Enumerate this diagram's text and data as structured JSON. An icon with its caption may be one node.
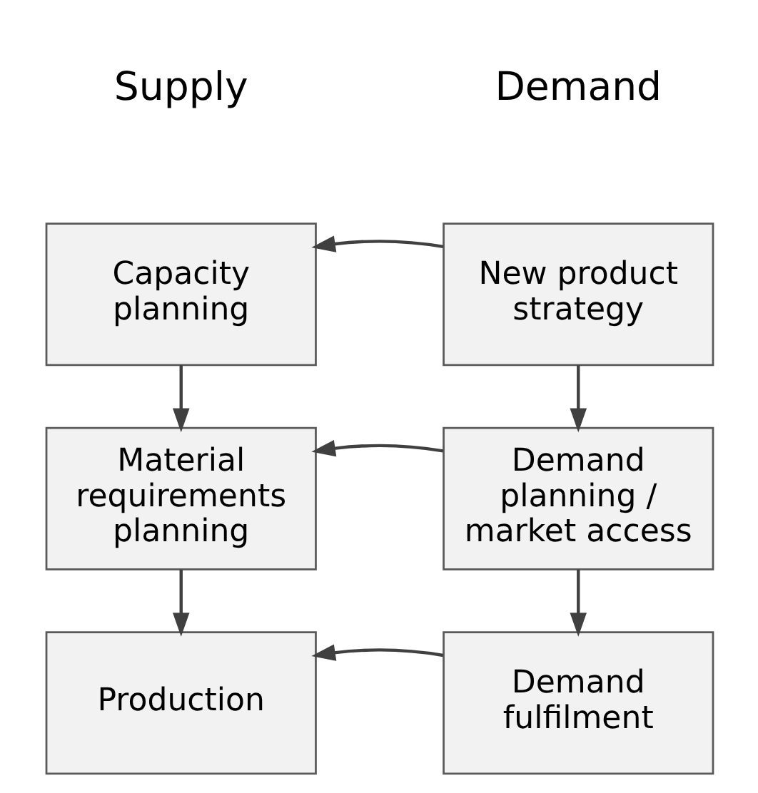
{
  "diagram": {
    "nodes": [
      {
        "text": [
          "Capacity planning"
        ]
      },
      {
        "text": [
          "New product strategy"
        ]
      },
      {
        "text": [
          "Material requirements planning"
        ]
      },
      {
        "text": [
          "Demand planning / market access"
        ]
      },
      {
        "text": [
          "Production"
        ]
      },
      {
        "text": [
          "Demand fulfilment"
        ]
      }
    ],
    "edges": [
      {
        "from": 1,
        "to": 0,
        "arrow": "to"
      },
      {
        "from": 0,
        "to": 2,
        "arrow": "to"
      },
      {
        "from": 1,
        "to": 3,
        "arrow": "to"
      },
      {
        "from": 3,
        "to": 2,
        "arrow": "to"
      },
      {
        "from": 2,
        "to": 4,
        "arrow": "to"
      },
      {
        "from": 3,
        "to": 5,
        "arrow": "to"
      },
      {
        "from": 5,
        "to": 4,
        "arrow": "to"
      }
    ],
    "labels": [
      "Supply",
      "Demand"
    ]
  }
}
